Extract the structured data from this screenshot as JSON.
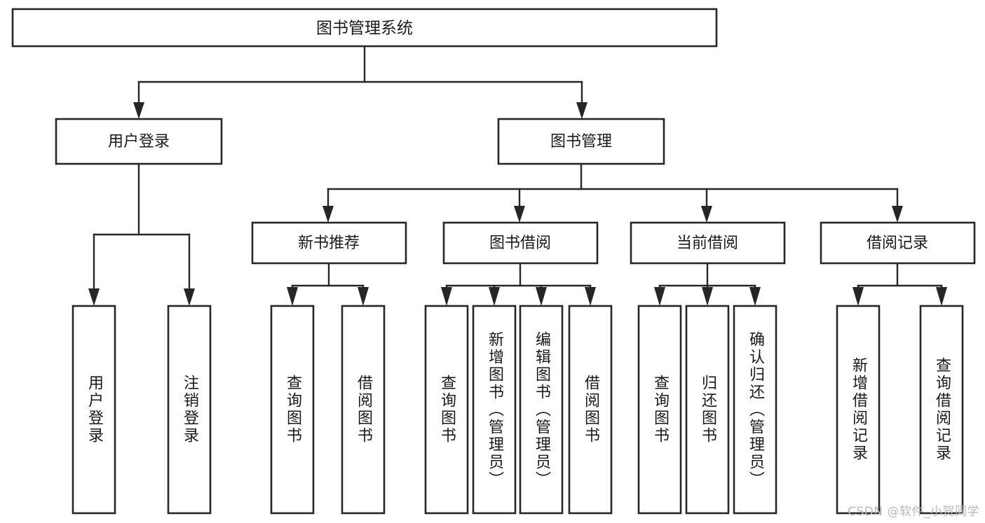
{
  "diagram": {
    "title": "图书管理系统",
    "type": "hierarchy-tree",
    "orientation": "top-down",
    "colors": {
      "background": "#ffffff",
      "box_fill": "#ffffff",
      "box_stroke": "#262626",
      "connector": "#262626",
      "text": "#1a1a1a",
      "watermark": "#b9b9b9"
    },
    "levels": 4
  },
  "root": {
    "label": "图书管理系统"
  },
  "level2": [
    {
      "label": "用户登录"
    },
    {
      "label": "图书管理"
    }
  ],
  "level3": [
    {
      "label": "新书推荐"
    },
    {
      "label": "图书借阅"
    },
    {
      "label": "当前借阅"
    },
    {
      "label": "借阅记录"
    }
  ],
  "leaves": {
    "user_login": [
      {
        "label": "用户登录"
      },
      {
        "label": "注销登录"
      }
    ],
    "new_book_recommend": [
      {
        "label": "查询图书"
      },
      {
        "label": "借阅图书"
      }
    ],
    "book_borrow": [
      {
        "label": "查询图书"
      },
      {
        "label": "新增图书（管理员）"
      },
      {
        "label": "编辑图书（管理员）"
      },
      {
        "label": "借阅图书"
      }
    ],
    "current_borrow": [
      {
        "label": "查询图书"
      },
      {
        "label": "归还图书"
      },
      {
        "label": "确认归还（管理员）"
      }
    ],
    "borrow_record": [
      {
        "label": "新增借阅记录"
      },
      {
        "label": "查询借阅记录"
      }
    ]
  },
  "watermark": {
    "text": "CSDN @软件_小贺同学"
  }
}
